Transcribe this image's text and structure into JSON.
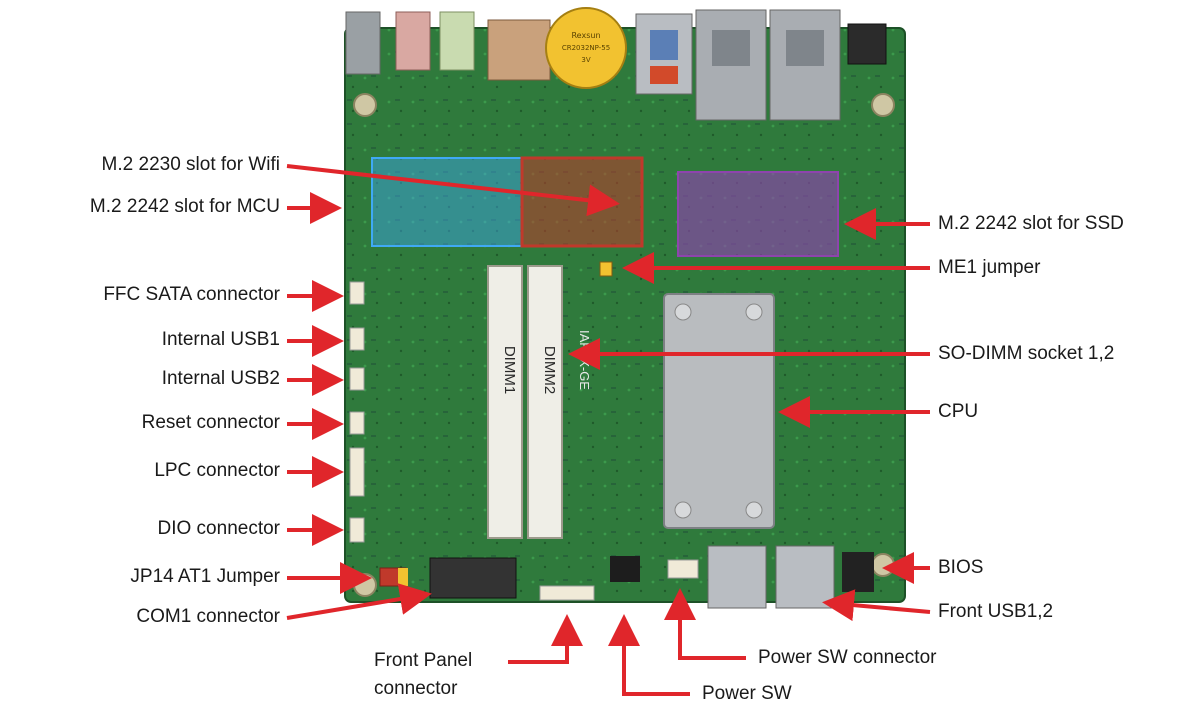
{
  "labels": {
    "m2_wifi": "M.2 2230 slot for Wifi",
    "m2_mcu": "M.2 2242 slot for MCU",
    "ffc_sata": "FFC SATA connector",
    "internal_usb1": "Internal USB1",
    "internal_usb2": "Internal USB2",
    "reset": "Reset connector",
    "lpc": "LPC connector",
    "dio": "DIO connector",
    "jp14": "JP14 AT1 Jumper",
    "com1": "COM1 connector",
    "front_panel_line1": "Front Panel",
    "front_panel_line2": "connector",
    "power_sw": "Power SW",
    "power_sw_connector": "Power SW connector",
    "front_usb": "Front USB1,2",
    "bios": "BIOS",
    "cpu": "CPU",
    "so_dimm": "SO-DIMM socket 1,2",
    "me1": "ME1 jumper",
    "m2_ssd": "M.2 2242 slot for SSD"
  },
  "board": {
    "dimm1_label": "DIMM1",
    "dimm2_label": "DIMM2",
    "brand_text": "IAPLX-GE",
    "battery_text": [
      "Rexsun",
      "CR2032NP-55",
      "3V"
    ]
  },
  "colors": {
    "arrow": "#e0262b",
    "pcb": "#2f7a3c",
    "heatsink": "#b9bcbf",
    "dimm": "#efeee7",
    "wifi_highlight": "#c0392b",
    "mcu_highlight": "#3fa9f5",
    "ssd_highlight": "#8e44ad"
  }
}
